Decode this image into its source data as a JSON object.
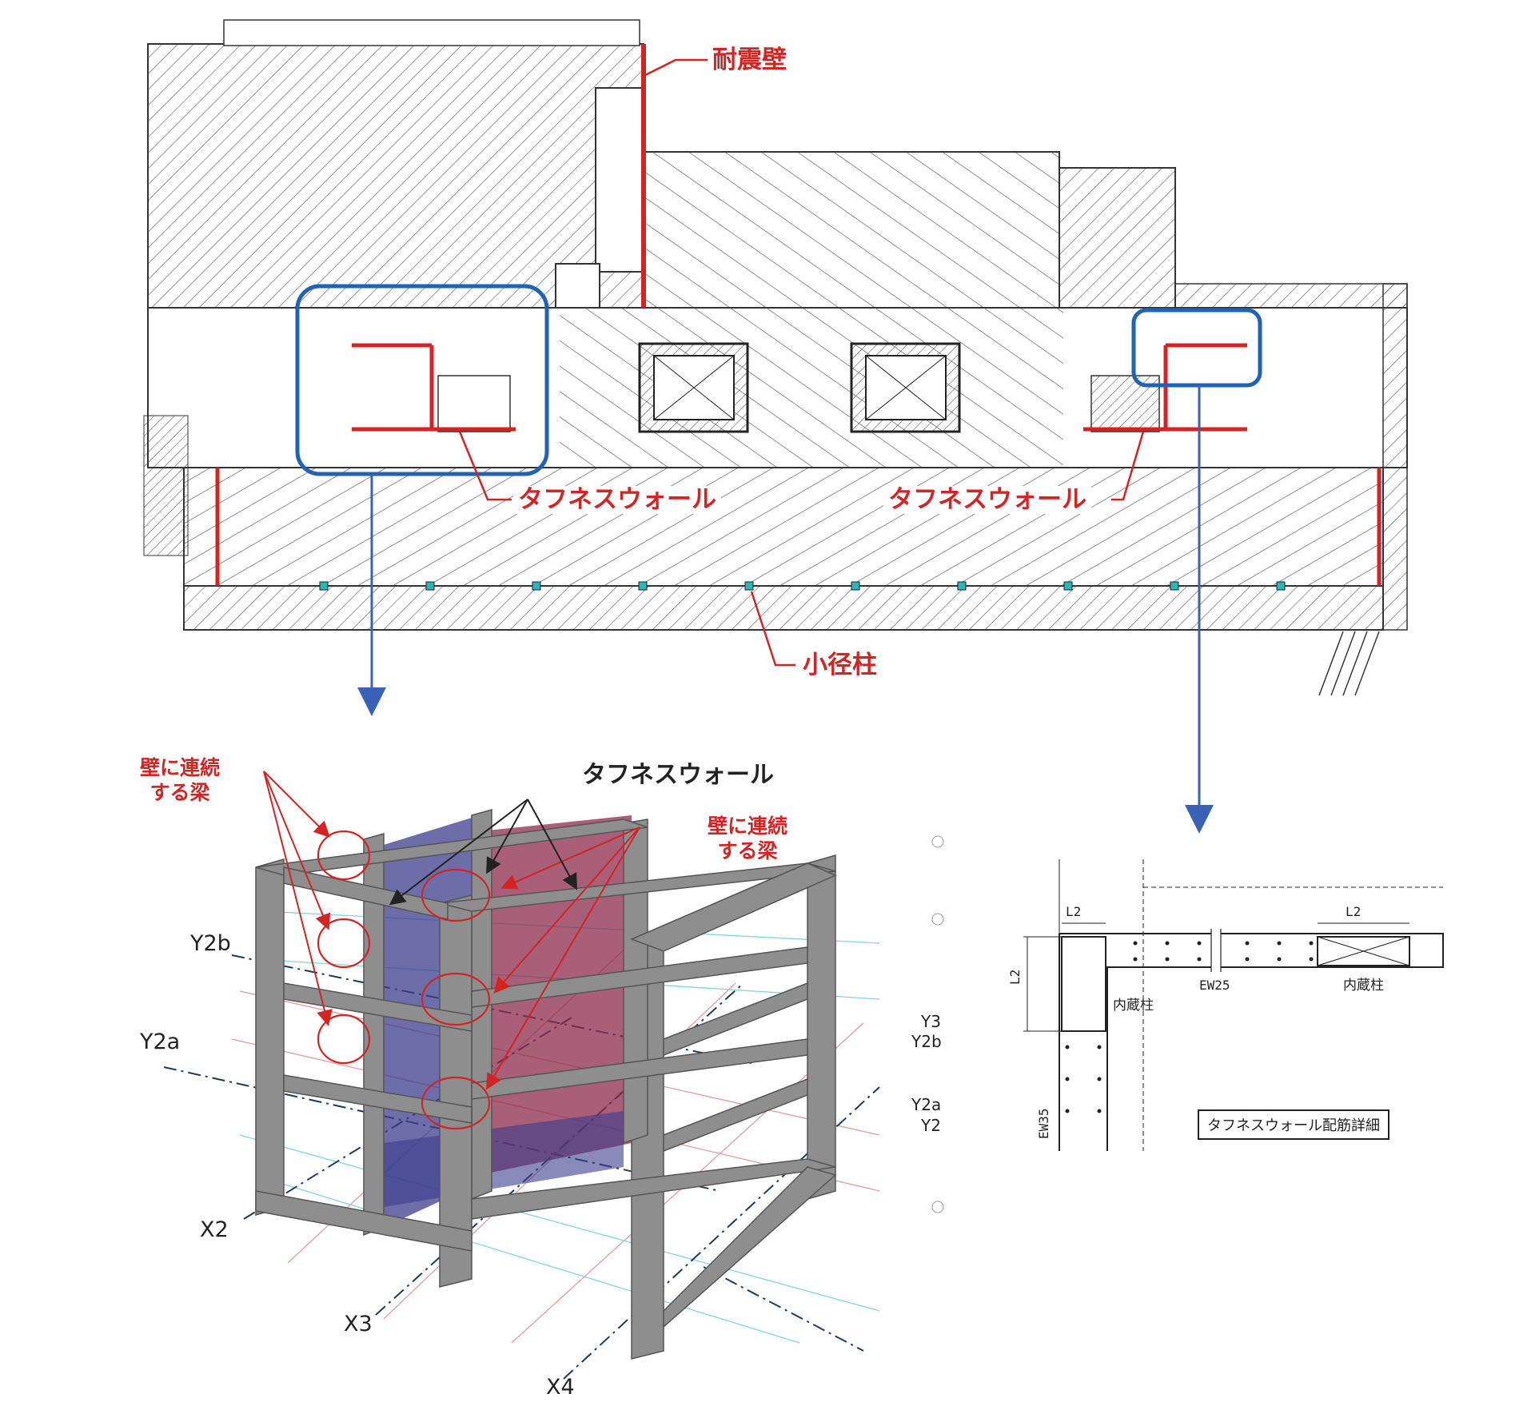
{
  "colors": {
    "seismic_wall": "#d42323",
    "highlight_box": "#1f64b4",
    "arrow": "#3a62b4",
    "column_small": "#2bb7b7",
    "wall_panel": "#3c3c8c",
    "frame_gray": "#8a8a8a",
    "grid_red": "#e79a9a",
    "grid_cyan": "#7fd6de",
    "grid_axis": "#1e3a5f"
  },
  "plan": {
    "label_seismic_wall": "耐震壁",
    "label_toughness_left": "タフネスウォール",
    "label_toughness_right": "タフネスウォール",
    "label_small_column": "小径柱"
  },
  "model3d": {
    "label_toughness": "タフネスウォール",
    "label_beam_left": "壁に連続\nする梁",
    "label_beam_right": "壁に連続\nする梁",
    "axis_y2b": "Y2b",
    "axis_y2a": "Y2a",
    "axis_x2": "X2",
    "axis_x3": "X3",
    "axis_x4": "X4",
    "axis_y3": "Y3",
    "axis_y2b_right": "Y2b",
    "axis_y2a_right": "Y2a",
    "axis_y2_right": "Y2"
  },
  "detail": {
    "l2_top_left": "L2",
    "l2_top_right": "L2",
    "l2_side": "L2",
    "ew25": "EW25",
    "ew35": "EW35",
    "hidden_col_left": "内蔵柱",
    "hidden_col_right": "内蔵柱",
    "caption": "タフネスウォール配筋詳細"
  }
}
